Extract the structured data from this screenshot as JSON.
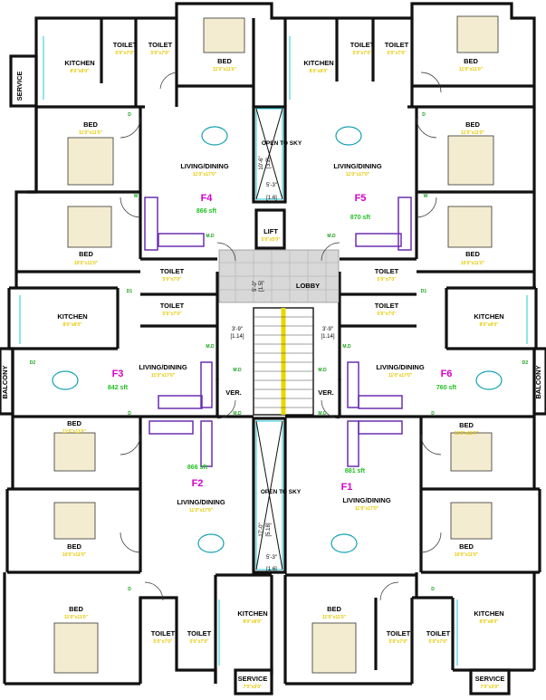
{
  "flats": [
    {
      "id": "F1",
      "label": "F1",
      "area": "881 sft",
      "living": "LIVING/DINING"
    },
    {
      "id": "F2",
      "label": "F2",
      "area": "866 sft",
      "living": "LIVING/DINING"
    },
    {
      "id": "F3",
      "label": "F3",
      "area": "842 sft",
      "living": "LIVING/DINING"
    },
    {
      "id": "F4",
      "label": "F4",
      "area": "866 sft",
      "living": "LIVING/DINING"
    },
    {
      "id": "F5",
      "label": "F5",
      "area": "870 sft",
      "living": "LIVING/DINING"
    },
    {
      "id": "F6",
      "label": "F6",
      "area": "760 sft",
      "living": "LIVING/DINING"
    }
  ],
  "rooms": {
    "bed": "BED",
    "toilet": "TOILET",
    "kitchen": "KITCHEN",
    "service": "SERVICE",
    "balcony": "BALCONY",
    "lift": "LIFT",
    "lobby": "LOBBY",
    "ver": "VER.",
    "open_to_sky": "OPEN TO SKY"
  },
  "tags": {
    "d": "D",
    "d1": "D1",
    "d2": "D2",
    "w": "W",
    "md": "M.D"
  },
  "dims": {
    "bed1": "11'0\"x11'0\"",
    "bed2": "10'0\"x11'0\"",
    "toilet": "5'0\"x7'0\"",
    "kitchen": "8'0\"x8'0\"",
    "living": "11'0\"x17'0\"",
    "service": "7'0\"x3'0\"",
    "lift": "5'0\"x5'0\"",
    "lobby_h": "5'-0\"",
    "lobby_h_m": "[1.5]",
    "ver_a": "3'-9\"",
    "ver_a_m": "[1.14]",
    "sky_top_h": "10'-6\"",
    "sky_top_h_m": "[3.2]",
    "sky_top_w": "5'-3\"",
    "sky_top_w_m": "[1.6]",
    "sky_bot_h": "17'-0\"",
    "sky_bot_h_m": "[5.18]",
    "sky_bot_w": "5'-3\"",
    "sky_bot_w_m": "[1.6]"
  }
}
